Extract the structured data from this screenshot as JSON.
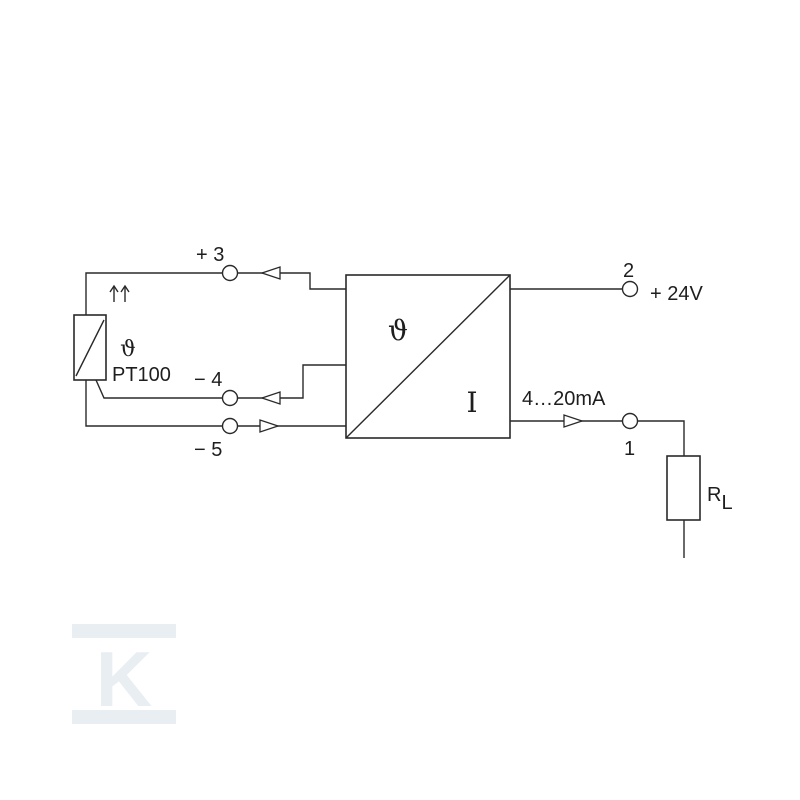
{
  "diagram": {
    "converter": {
      "input_symbol": "ϑ",
      "output_symbol": "I"
    },
    "sensor": {
      "symbol": "ϑ",
      "type_label": "PT100"
    },
    "terminals": {
      "t3_label": "+ 3",
      "t4_label": "− 4",
      "t5_label": "− 5",
      "t2_number": "2",
      "t2_label": "+ 24V",
      "t1_number": "1"
    },
    "output_signal": "4…20mA",
    "load": {
      "label_main": "R",
      "label_sub": "L"
    },
    "watermark": {
      "text": "K",
      "color": "#e9eef3"
    }
  }
}
